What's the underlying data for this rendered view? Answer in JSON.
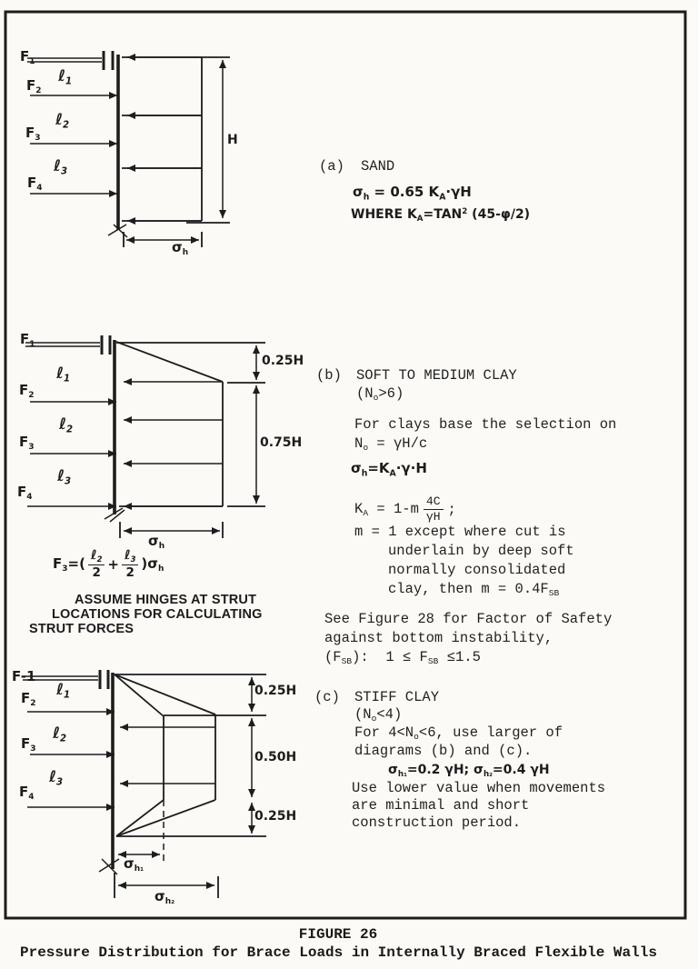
{
  "caption": {
    "line1": "FIGURE 26",
    "line2": "Pressure Distribution for Brace Loads in Internally Braced Flexible Walls"
  },
  "section_a": {
    "tag": "(a)",
    "title": "SAND",
    "eq1": "σ<sub>h</sub> = 0.65 K<sub>A</sub>·γH",
    "eq2": "WHERE K<sub>A</sub>=TAN<sup>2</sup> (45-φ/2)"
  },
  "section_b": {
    "tag": "(b)",
    "title": "SOFT TO MEDIUM CLAY",
    "condition": "(N<sub>o</sub>&gt;6)",
    "intro1": "For clays base the selection on",
    "intro2": "N<sub>o</sub> = γH/c",
    "eq_sigma": "σ<sub>h</sub>=K<sub>A</sub>·γ·H",
    "eq_ka_lhs": "K<sub>A</sub> = 1-m",
    "eq_ka_num": "4C",
    "eq_ka_den": "γH",
    "eq_ka_end": ";",
    "m1": "m = 1 except where cut is",
    "m2": "underlain by deep soft",
    "m3": "normally consolidated",
    "m4": "clay, then m = 0.4F<sub>SB</sub>",
    "note1": "See Figure 28 for Factor of Safety",
    "note2": "against bottom instability,",
    "note3": "(F<sub>SB</sub>):  1 ≤ F<sub>SB</sub> ≤1.5"
  },
  "section_c": {
    "tag": "(c)",
    "title": "STIFF CLAY",
    "condition": "(N<sub>o</sub>&lt;4)",
    "p1": "For 4&lt;N<sub>o</sub>&lt;6, use larger of",
    "p2": "diagrams (b) and (c).",
    "eq": "σ<sub>h₁</sub>=0.2 γH;  σ<sub>h₂</sub>=0.4 γH",
    "p3": "Use lower value when movements",
    "p4": "are minimal and short",
    "p5": "construction period."
  },
  "diagram_a": {
    "strut1": "F<sub>1</sub>",
    "strut2": "F<sub>2</sub>",
    "strut3": "F<sub>3</sub>",
    "strut4": "F<sub>4</sub>",
    "span1": "ℓ<sub>1</sub>",
    "span2": "ℓ<sub>2</sub>",
    "span3": "ℓ<sub>3</sub>",
    "height": "H",
    "sigma": "σ<sub>h</sub>"
  },
  "diagram_b": {
    "strut1": "F<sub>1</sub>",
    "strut2": "F<sub>2</sub>",
    "strut3": "F<sub>3</sub>",
    "strut4": "F<sub>4</sub>",
    "span1": "ℓ<sub>1</sub>",
    "span2": "ℓ<sub>2</sub>",
    "span3": "ℓ<sub>3</sub>",
    "dim_top": "0.25H",
    "dim_bottom": "0.75H",
    "sigma": "σ<sub>h</sub>",
    "f3_lhs": "F<sub>3</sub>=(",
    "f3_num1": "ℓ<sub>2</sub>",
    "f3_den1": "2",
    "f3_plus": "+",
    "f3_num2": "ℓ<sub>3</sub>",
    "f3_den2": "2",
    "f3_rhs": ")σ<sub>h</sub>",
    "assume1": "ASSUME HINGES AT STRUT",
    "assume2": "LOCATIONS FOR CALCULATING",
    "assume3": "STRUT FORCES"
  },
  "diagram_c": {
    "strut1": "F-1",
    "strut2": "F<sub>2</sub>",
    "strut3": "F<sub>3</sub>",
    "strut4": "F<sub>4</sub>",
    "span1": "ℓ<sub>1</sub>",
    "span2": "ℓ<sub>2</sub>",
    "span3": "ℓ<sub>3</sub>",
    "dim_top": "0.25H",
    "dim_mid": "0.50H",
    "dim_bottom": "0.25H",
    "sigma1": "σ<sub>h₁</sub>",
    "sigma2": "σ<sub>h₂</sub>"
  }
}
